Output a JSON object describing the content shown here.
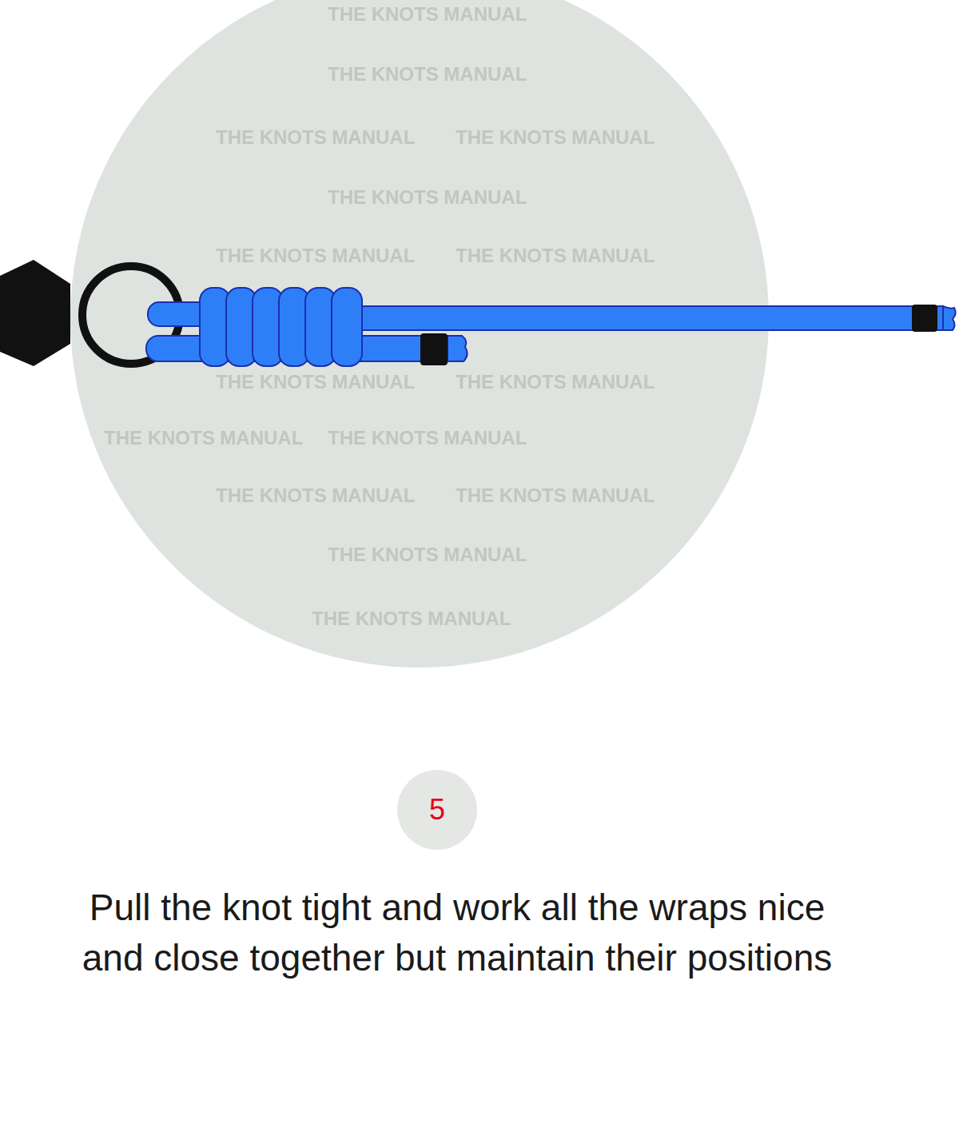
{
  "diagram": {
    "caption": "Pull the knot tight and work all the wraps nice and close together but maintain their positions",
    "nodes": [
      {
        "text": [
          "5"
        ]
      }
    ],
    "labels": [
      "THE KNOTS MANUAL",
      "THE KNOTS MANUAL",
      "THE KNOTS MANUAL",
      "THE KNOTS MANUAL",
      "THE KNOTS MANUAL",
      "THE KNOTS MANUAL",
      "THE KNOTS MANUAL",
      "THE KNOTS MANUAL",
      "THE KNOTS MANUAL",
      "THE KNOTS MANUAL",
      "THE KNOTS MANUAL",
      "THE KNOTS MANUAL",
      "THE KNOTS MANUAL",
      "THE KNOTS MANUAL",
      "THE KNOTS MANUAL"
    ]
  }
}
